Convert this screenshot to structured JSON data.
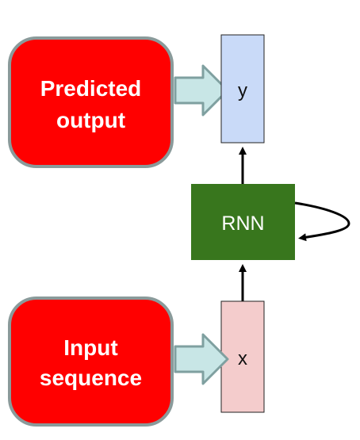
{
  "diagram": {
    "predicted_box": {
      "line1": "Predicted",
      "line2": "output"
    },
    "input_box": {
      "line1": "Input",
      "line2": "sequence"
    },
    "output_vector": {
      "label": "y"
    },
    "input_vector": {
      "label": "x"
    },
    "rnn_cell": {
      "label": "RNN"
    }
  },
  "colors": {
    "callout_fill": "#ff0000",
    "callout_border": "#8a9a9a",
    "output_vector_fill": "#c9daf8",
    "input_vector_fill": "#f4cccc",
    "rnn_fill": "#38761d",
    "pointer_arrow_fill": "#c8e6e6",
    "pointer_arrow_stroke": "#7fa0a0",
    "connector": "#000000"
  }
}
